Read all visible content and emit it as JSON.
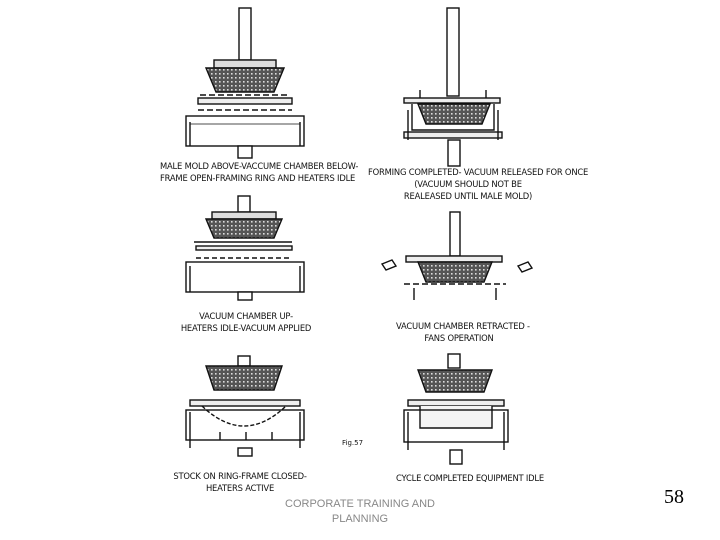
{
  "slide": {
    "figure_label": "Fig.57",
    "captions": {
      "step1": [
        "MALE MOLD ABOVE-VACCUME CHAMBER BELOW-",
        "FRAME OPEN-FRAMING RING AND HEATERS IDLE"
      ],
      "step2": [
        "FORMING COMPLETED- VACUUM RELEASED FOR ONCE",
        "(VACUUM SHOULD NOT BE",
        "REALEASED UNTIL MALE MOLD)"
      ],
      "step3": [
        "VACUUM CHAMBER UP-",
        "HEATERS IDLE-VACUUM APPLIED"
      ],
      "step4": [
        "VACUUM CHAMBER RETRACTED -",
        "FANS OPERATION"
      ],
      "step5": [
        "STOCK ON RING-FRAME CLOSED-",
        "HEATERS ACTIVE"
      ],
      "step6": [
        "CYCLE COMPLETED EQUIPMENT IDLE"
      ]
    },
    "footer": [
      "CORPORATE TRAINING AND",
      "PLANNING"
    ],
    "page_number": "58"
  }
}
